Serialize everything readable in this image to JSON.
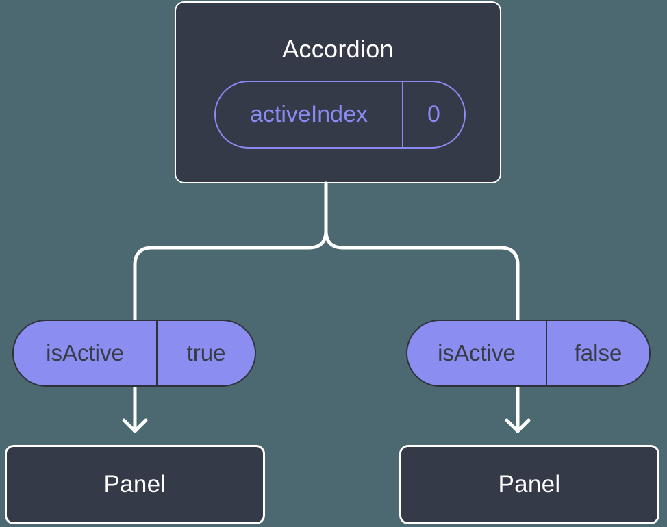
{
  "colors": {
    "bg": "#4C6870",
    "node-fill": "#343A47",
    "line": "#FFFFFF",
    "accent": "#8A8AF2",
    "pill-fill": "#8B8DF0",
    "pill-ink": "#363B44",
    "pill-border": "#2E333B"
  },
  "tree": {
    "root": {
      "label": "Accordion",
      "state_name": "activeIndex",
      "state_value": "0"
    },
    "left_branch": {
      "prop_name": "isActive",
      "prop_value": "true",
      "child_label": "Panel"
    },
    "right_branch": {
      "prop_name": "isActive",
      "prop_value": "false",
      "child_label": "Panel"
    }
  }
}
